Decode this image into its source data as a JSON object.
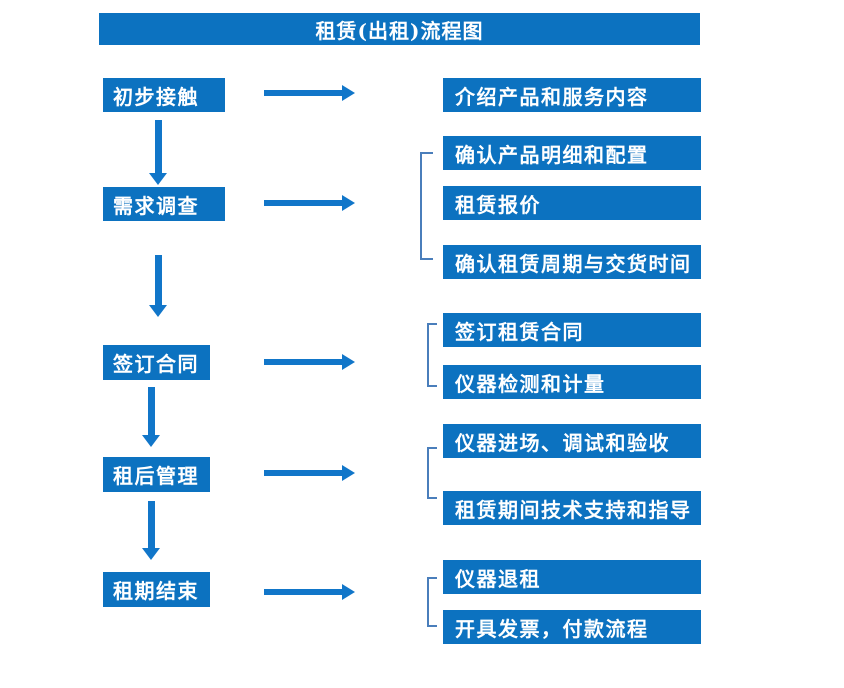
{
  "title": "租赁(出租)流程图",
  "colors": {
    "box_blue": "#0C72C0",
    "arrow_blue": "#1176C9",
    "bracket_blue": "#4A7EBB",
    "text_white": "#FFFFFF",
    "background": "#FFFFFF"
  },
  "stages": [
    {
      "label": "初步接触",
      "details": [
        "介绍产品和服务内容"
      ]
    },
    {
      "label": "需求调查",
      "details": [
        "确认产品明细和配置",
        "租赁报价",
        "确认租赁周期与交货时间"
      ]
    },
    {
      "label": "签订合同",
      "details": [
        "签订租赁合同",
        "仪器检测和计量"
      ]
    },
    {
      "label": "租后管理",
      "details": [
        "仪器进场、调试和验收",
        "租赁期间技术支持和指导"
      ]
    },
    {
      "label": "租期结束",
      "details": [
        "仪器退租",
        "开具发票，付款流程"
      ]
    }
  ]
}
